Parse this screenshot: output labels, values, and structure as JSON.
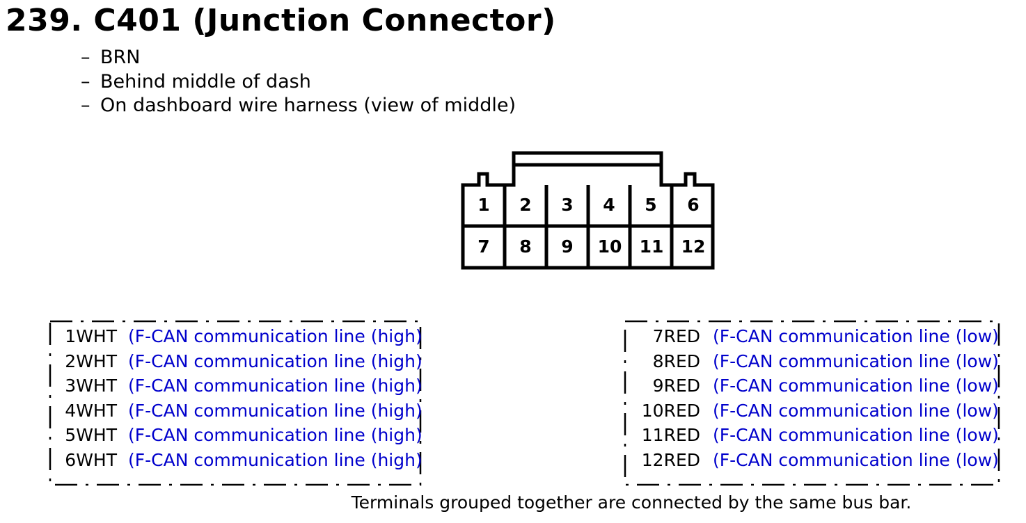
{
  "title": "239. C401 (Junction Connector)",
  "notes": [
    "BRN",
    "Behind middle of dash",
    "On dashboard wire harness (view of middle)"
  ],
  "note_dash": "–",
  "connector": {
    "top_row": [
      "1",
      "2",
      "3",
      "4",
      "5",
      "6"
    ],
    "bottom_row": [
      "7",
      "8",
      "9",
      "10",
      "11",
      "12"
    ]
  },
  "groups": [
    {
      "rows": [
        {
          "pin": "1WHT",
          "desc": "(F-CAN communication line (high)"
        },
        {
          "pin": "2WHT",
          "desc": "(F-CAN communication line (high)"
        },
        {
          "pin": "3WHT",
          "desc": "(F-CAN communication line (high)"
        },
        {
          "pin": "4WHT",
          "desc": "(F-CAN communication line (high)"
        },
        {
          "pin": "5WHT",
          "desc": "(F-CAN communication line (high)"
        },
        {
          "pin": "6WHT",
          "desc": "(F-CAN communication line (high)"
        }
      ]
    },
    {
      "rows": [
        {
          "pin": "7RED",
          "desc": "(F-CAN communication line (low)"
        },
        {
          "pin": "8RED",
          "desc": "(F-CAN communication line (low)"
        },
        {
          "pin": "9RED",
          "desc": "(F-CAN communication line (low)"
        },
        {
          "pin": "10RED",
          "desc": "(F-CAN communication line (low)"
        },
        {
          "pin": "11RED",
          "desc": "(F-CAN communication line (low)"
        },
        {
          "pin": "12RED",
          "desc": "(F-CAN communication line (low)"
        }
      ]
    }
  ],
  "footer": "Terminals grouped together are connected by the same bus bar.",
  "colors": {
    "desc_text": "#0000cc",
    "line": "#000000"
  }
}
